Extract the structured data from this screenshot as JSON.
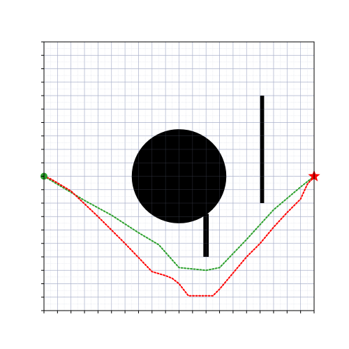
{
  "chart_data": {
    "type": "line",
    "title": "",
    "xlabel": "",
    "ylabel": "",
    "xlim": [
      0,
      20
    ],
    "ylim": [
      0,
      20
    ],
    "grid": true,
    "grid_minor": true,
    "tick_labels_shown": false,
    "obstacles": [
      {
        "shape": "circle",
        "cx": 10.0,
        "cy": 10.0,
        "r": 3.5
      },
      {
        "shape": "rectangle",
        "x0": 11.8,
        "x1": 12.2,
        "y0": 4.0,
        "y1": 7.2
      },
      {
        "shape": "rectangle",
        "x0": 16.0,
        "x1": 16.3,
        "y0": 8.0,
        "y1": 16.0
      }
    ],
    "start": {
      "x": 0.0,
      "y": 10.0,
      "color": "#2ca02c",
      "marker": "circle"
    },
    "goal": {
      "x": 20.0,
      "y": 10.0,
      "color": "#ff0000",
      "marker": "star"
    },
    "series": [
      {
        "color": "#2ca02c",
        "style": "dotted",
        "x": [
          0,
          1,
          3,
          5,
          7,
          8.5,
          10,
          11,
          12,
          13,
          15,
          17,
          19,
          20
        ],
        "y": [
          10,
          9.4,
          8.2,
          7.1,
          5.8,
          4.9,
          3.2,
          3.1,
          3.0,
          3.2,
          5.3,
          7.5,
          9.2,
          10
        ]
      },
      {
        "color": "#ff0000",
        "style": "dotted",
        "x": [
          0,
          0.5,
          2,
          4,
          6,
          8,
          9,
          9.5,
          10,
          10.7,
          11,
          12.5,
          13,
          14,
          15,
          16,
          17,
          18,
          19,
          19.5,
          20
        ],
        "y": [
          10,
          9.8,
          8.9,
          7.0,
          5.0,
          2.9,
          2.6,
          2.4,
          2.0,
          1.1,
          1.1,
          1.1,
          1.6,
          2.8,
          4.0,
          5.0,
          6.2,
          7.3,
          8.3,
          9.4,
          10
        ]
      }
    ]
  }
}
